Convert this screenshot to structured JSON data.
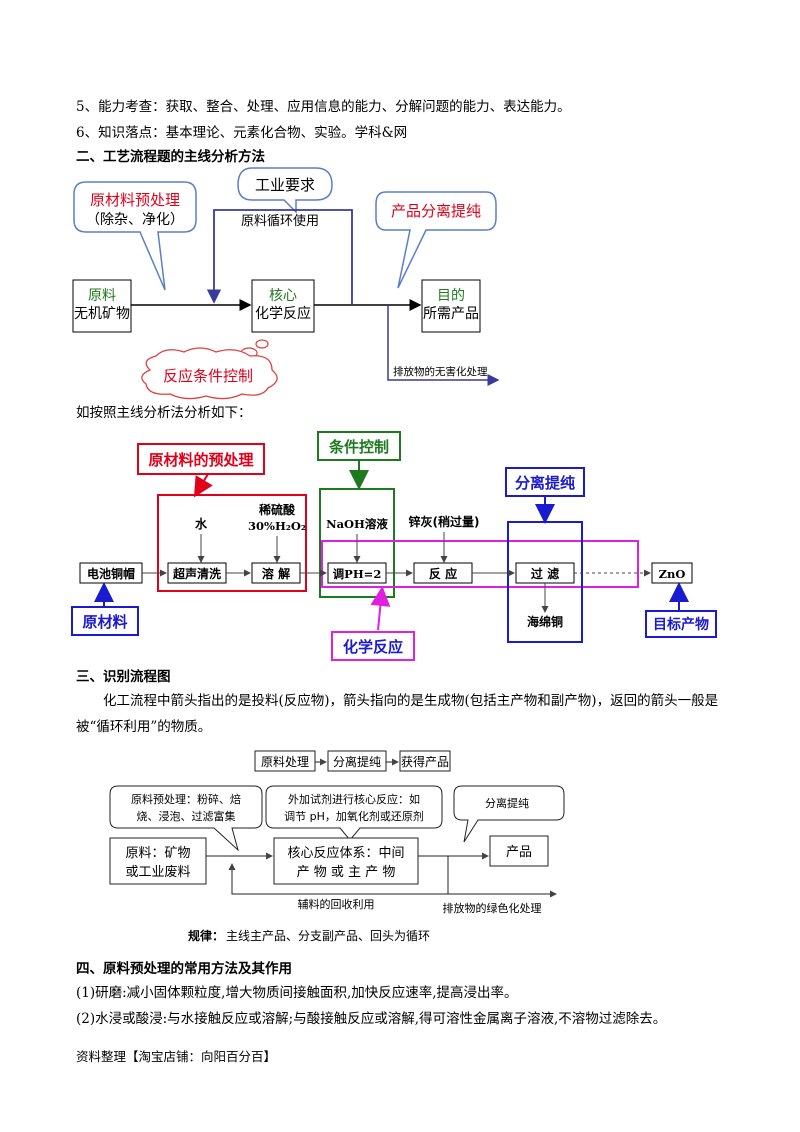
{
  "lines": {
    "l5": "5、能力考查：获取、整合、处理、应用信息的能力、分解问题的能力、表达能力。",
    "l6": "6、知识落点：基本理论、元素化合物、实验。学科&网",
    "h2": "二、工艺流程题的主线分析方法",
    "intro2": "如按照主线分析法分析如下：",
    "h3": "三、识别流程图",
    "p3": "化工流程中箭头指出的是投料(反应物)，箭头指向的是生成物(包括主产物和副产物)，返回的箭头一般是被“循环利用”的物质。",
    "h4": "四、原料预处理的常用方法及其作用",
    "p4_1": "(1)研磨:减小固体颗粒度,增大物质间接触面积,加快反应速率,提高浸出率。",
    "p4_2": "(2)水浸或酸浸:与水接触反应或溶解;与酸接触反应或溶解,得可溶性金属离子溶液,不溶物过滤除去。",
    "footer": "资料整理【淘宝店铺：向阳百分百】"
  },
  "diagram1": {
    "bubble_pre_l1": "原材料预处理",
    "bubble_pre_l2": "（除杂、净化）",
    "bubble_req": "工业要求",
    "recycle": "原料循环使用",
    "bubble_sep": "产品分离提纯",
    "box_raw_l1": "原料",
    "box_raw_l2": "无机矿物",
    "box_core_l1": "核心",
    "box_core_l2": "化学反应",
    "box_goal_l1": "目的",
    "box_goal_l2": "所需产品",
    "waste": "排放物的无害化处理",
    "cloud": "反应条件控制"
  },
  "diagram2": {
    "label_pre": "原材料的预处理",
    "label_cond": "条件控制",
    "label_sep": "分离提纯",
    "reagent_water": "水",
    "reagent_acid_l1": "稀硫酸",
    "reagent_acid_l2": "30%H₂O₂",
    "reagent_naoh": "NaOH溶液",
    "reagent_zn": "锌灰(稍过量)",
    "start": "电池铜帽",
    "step_clean": "超声清洗",
    "step_dissolve": "溶  解",
    "step_ph": "调PH=2",
    "step_react": "反  应",
    "step_filter": "过  滤",
    "end": "ZnO",
    "byproduct": "海绵铜",
    "label_raw": "原材料",
    "label_chem": "化学反应",
    "label_target": "目标产物"
  },
  "diagram3": {
    "top_b1": "原料处理",
    "top_b2": "分离提纯",
    "top_b3": "获得产品",
    "bub1_l1": "原料预处理：粉碎、焙",
    "bub1_l2": "烧、浸泡、过滤富集",
    "bub2_l1": "外加试剂进行核心反应：如",
    "bub2_l2": "调节 pH，加氧化剂或还原剂",
    "bub3": "分离提纯",
    "box1_l1": "原料：矿物",
    "box1_l2": "或工业废料",
    "box2_l1": "核心反应体系：中间",
    "box2_l2": "产 物 或 主 产 物",
    "box3": "产品",
    "recycle": "辅料的回收利用",
    "waste": "排放物的绿色化处理",
    "rule_bold": "规律：",
    "rule_rest": "主线主产品、分支副产品、回头为循环"
  }
}
